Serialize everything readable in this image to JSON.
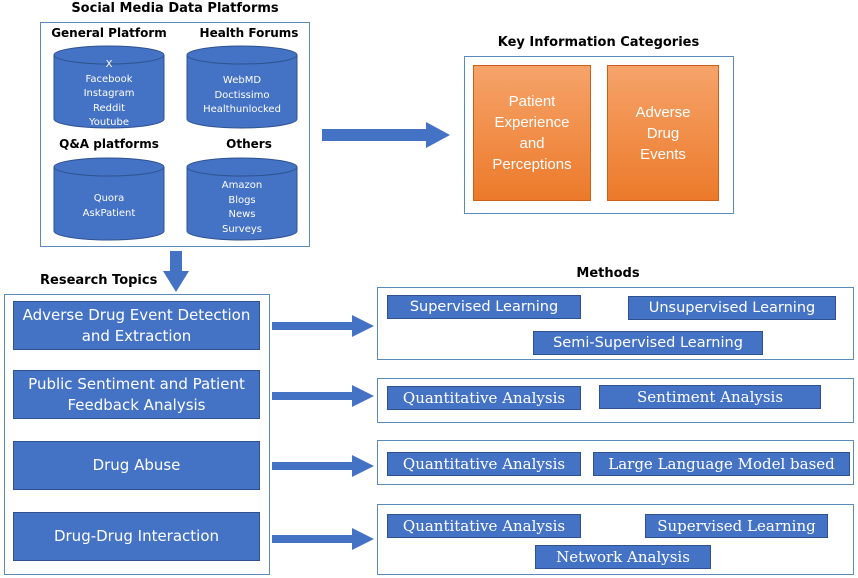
{
  "platforms": {
    "title": "Social Media Data Platforms",
    "groups": [
      {
        "label": "General Platform",
        "items": [
          "X",
          "Facebook",
          "Instagram",
          "Reddit",
          "Youtube"
        ]
      },
      {
        "label": "Health Forums",
        "items": [
          "WebMD",
          "Doctissimo",
          "Healthunlocked"
        ]
      },
      {
        "label": "Q&A platforms",
        "items": [
          "Quora",
          "AskPatient"
        ]
      },
      {
        "label": "Others",
        "items": [
          "Amazon",
          "Blogs",
          "News",
          "Surveys"
        ]
      }
    ]
  },
  "key_info": {
    "title": "Key Information Categories",
    "boxes": [
      "Patient Experience and Perceptions",
      "Adverse Drug Events"
    ]
  },
  "research": {
    "title": "Research Topics",
    "topics": [
      "Adverse Drug Event Detection and Extraction",
      "Public Sentiment and Patient Feedback  Analysis",
      "Drug Abuse",
      "Drug-Drug Interaction"
    ]
  },
  "methods": {
    "title": "Methods",
    "rows": [
      [
        "Supervised Learning",
        "Unsupervised Learning",
        "Semi-Supervised Learning"
      ],
      [
        "Quantitative Analysis",
        "Sentiment Analysis"
      ],
      [
        "Quantitative Analysis",
        "Large Language Model based"
      ],
      [
        "Quantitative Analysis",
        "Supervised Learning",
        "Network Analysis"
      ]
    ]
  },
  "colors": {
    "box_blue": "#4472c4",
    "frame_blue": "#5b8bbd",
    "orange": "#ed7d31"
  }
}
